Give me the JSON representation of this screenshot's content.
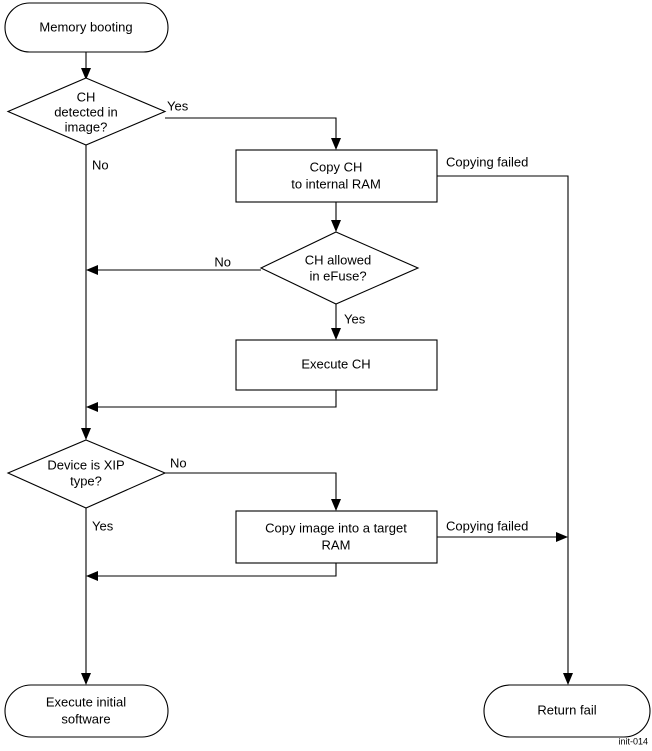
{
  "diagram": {
    "caption": "init-014",
    "colors": {
      "stroke": "#000000",
      "fill": "#ffffff",
      "background": "#ffffff"
    },
    "nodes": {
      "start": {
        "type": "terminator",
        "label": "Memory booting"
      },
      "decision_ch_detected": {
        "type": "decision",
        "line1": "CH",
        "line2": "detected in",
        "line3": "image?"
      },
      "copy_ch": {
        "type": "process",
        "line1": "Copy CH",
        "line2": "to internal RAM"
      },
      "decision_ch_allowed": {
        "type": "decision",
        "line1": "CH allowed",
        "line2": "in eFuse?"
      },
      "execute_ch": {
        "type": "process",
        "line1": "Execute CH"
      },
      "decision_xip": {
        "type": "decision",
        "line1": "Device is XIP",
        "line2": "type?"
      },
      "copy_image": {
        "type": "process",
        "line1": "Copy image into a target",
        "line2": "RAM"
      },
      "execute_initial": {
        "type": "terminator",
        "line1": "Execute initial",
        "line2": "software"
      },
      "return_fail": {
        "type": "terminator",
        "label": "Return fail"
      }
    },
    "edge_labels": {
      "ch_detected_yes": "Yes",
      "ch_detected_no": "No",
      "copy_ch_failed": "Copying failed",
      "ch_allowed_no": "No",
      "ch_allowed_yes": "Yes",
      "xip_no": "No",
      "xip_yes": "Yes",
      "copy_image_failed": "Copying failed"
    }
  }
}
